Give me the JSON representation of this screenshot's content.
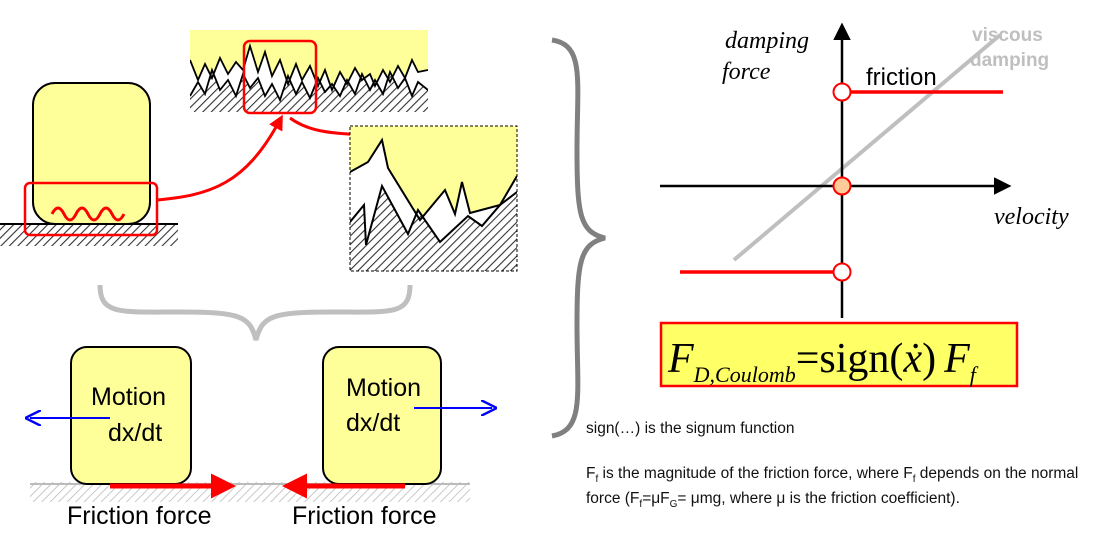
{
  "colors": {
    "block_fill": "#ffff99",
    "red": "#ff0000",
    "blue": "#0000ff",
    "gray": "#bfbfbf",
    "formula_box": "#ffff66"
  },
  "graph": {
    "y_label_line1": "damping",
    "y_label_line2": "force",
    "x_label": "velocity",
    "friction_label": "friction",
    "viscous_line1": "viscous",
    "viscous_line2": "damping"
  },
  "formula": {
    "lhs": "F",
    "lhs_sub": "D,Coulomb",
    "eq": "=",
    "fn": "sign(",
    "var": "ẋ",
    "close": ")",
    "rhs": "F",
    "rhs_sub": "f"
  },
  "blocks": {
    "left_line1": "Motion",
    "left_line2": "dx/dt",
    "right_line1": "Motion",
    "right_line2": "dx/dt",
    "left_force": "Friction force",
    "right_force": "Friction force"
  },
  "notes": {
    "signum": "sign(…) is the signum function",
    "p1": "F",
    "s1": "f",
    "p2": " is the magnitude of the friction force, where F",
    "s2": "f",
    "p3": " depends on the normal force (F",
    "s3": "f",
    "p4": "=μF",
    "s4": "G",
    "p5": "= μmg, where μ is the friction coefficient)."
  }
}
